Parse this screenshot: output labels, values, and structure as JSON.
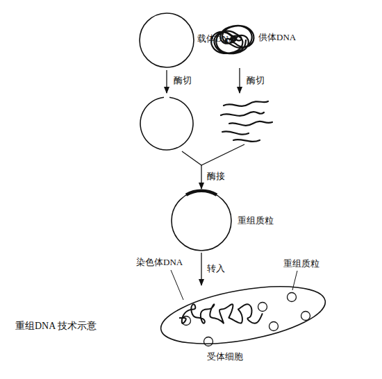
{
  "diagram": {
    "title": "重组DNA 技术示意",
    "nodes": [
      {
        "text": [
          "载体DNA"
        ]
      },
      {
        "text": [
          "供体DNA"
        ]
      },
      {
        "text": [
          "重组质粒"
        ]
      },
      {
        "text": [
          "受体细胞"
        ]
      }
    ],
    "edges": [
      {
        "from": 2,
        "to": 3,
        "arrow": "to",
        "label": "转入"
      }
    ],
    "labels": [
      "酶切",
      "酶切",
      "酶接",
      "染色体DNA",
      "重组质粒"
    ]
  }
}
